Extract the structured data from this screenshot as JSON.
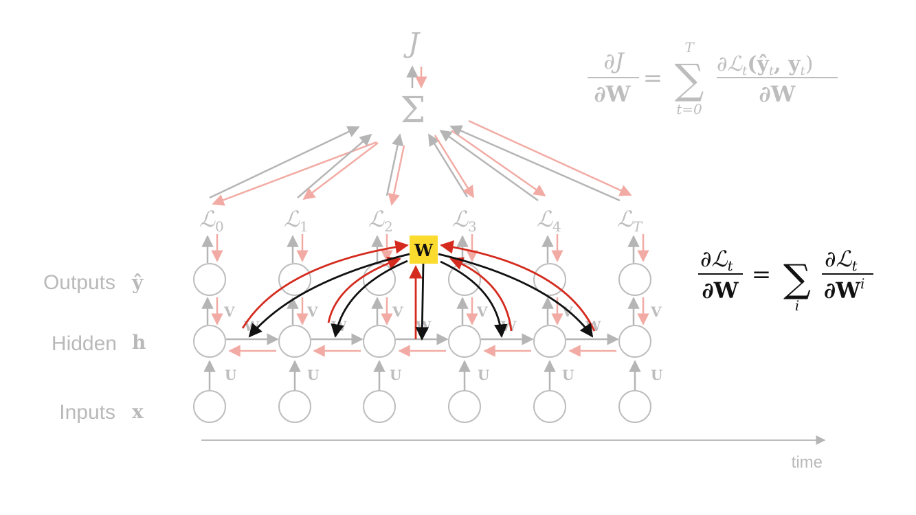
{
  "rows": {
    "outputs_label": "Outputs",
    "outputs_symbol": "ŷ",
    "hidden_label": "Hidden",
    "hidden_symbol": "h",
    "inputs_label": "Inputs",
    "inputs_symbol": "x"
  },
  "top": {
    "J": "J",
    "sigma": "Σ"
  },
  "losses": [
    {
      "base": "ℒ",
      "sub": "0"
    },
    {
      "base": "ℒ",
      "sub": "1"
    },
    {
      "base": "ℒ",
      "sub": "2"
    },
    {
      "base": "ℒ",
      "sub": "3"
    },
    {
      "base": "ℒ",
      "sub": "4"
    },
    {
      "base": "ℒ",
      "sub": "T"
    }
  ],
  "weights": {
    "shared_W": "W",
    "V": "V",
    "U": "U",
    "W": "W"
  },
  "time_label": "time",
  "equation_top": {
    "lhs_num": "∂J",
    "lhs_den": "∂W",
    "equals": "=",
    "sum": "∑",
    "sum_upper": "T",
    "sum_lower": "t=0",
    "rhs_num_partial": "∂ℒ",
    "rhs_num_sub": "t",
    "rhs_num_args": "(ŷ",
    "rhs_num_args2": ", y",
    "rhs_num_close": ")",
    "rhs_den": "∂W"
  },
  "equation_right": {
    "lhs_num": "∂ℒ",
    "lhs_num_sub": "t",
    "lhs_den": "∂W",
    "equals": "=",
    "sum": "∑",
    "sum_lower": "i",
    "rhs_num": "∂ℒ",
    "rhs_num_sub": "t",
    "rhs_den": "∂W",
    "rhs_den_sup": "i"
  },
  "colors": {
    "gray": "#b5b5b5",
    "pink": "#f2aba4",
    "red": "#d42b1e",
    "black": "#111111",
    "highlight": "#fbdb2e"
  }
}
